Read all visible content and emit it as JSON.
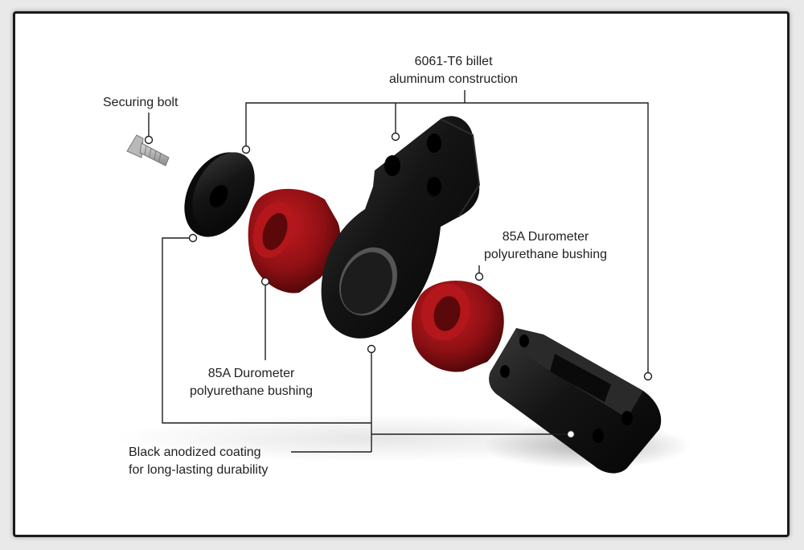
{
  "labels": {
    "securing_bolt": "Securing bolt",
    "billet_line1": "6061-T6 billet",
    "billet_line2": "aluminum construction",
    "bushing_right_line1": "85A Durometer",
    "bushing_right_line2": "polyurethane bushing",
    "bushing_left_line1": "85A Durometer",
    "bushing_left_line2": "polyurethane bushing",
    "coating_line1": "Black anodized coating",
    "coating_line2": "for long-lasting durability"
  },
  "colors": {
    "bushing_red": "#8e1014",
    "anodized_black": "#141414",
    "bolt_steel": "#a8a8a8",
    "frame": "#1a1a1a"
  }
}
